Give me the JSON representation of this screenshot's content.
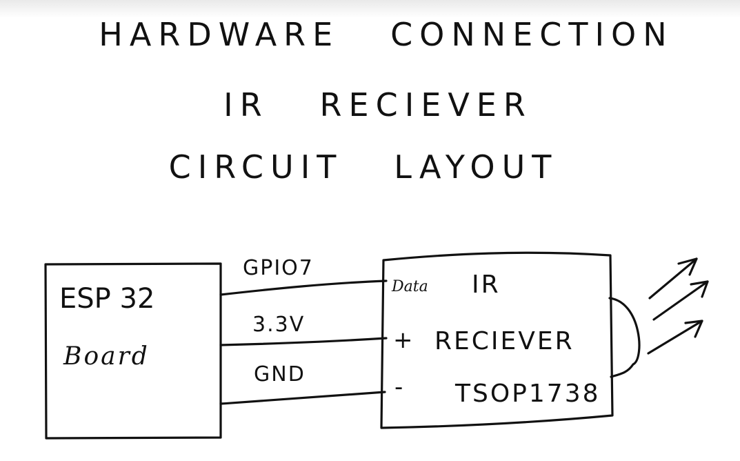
{
  "titles": {
    "line1": "HARDWARE   CONNECTION",
    "line2": "IR   RECIEVER",
    "line3": "CIRCUIT   LAYOUT"
  },
  "esp32": {
    "name": "ESP 32",
    "sub": "Board"
  },
  "wires": {
    "gpio": "GPIO7",
    "vcc": "3.3V",
    "gnd": "GND"
  },
  "receiver": {
    "data_pin": "Data",
    "plus_pin": "+",
    "minus_pin": "-",
    "line1": "IR",
    "line2": "RECIEVER",
    "line3": "TSOP1738"
  }
}
